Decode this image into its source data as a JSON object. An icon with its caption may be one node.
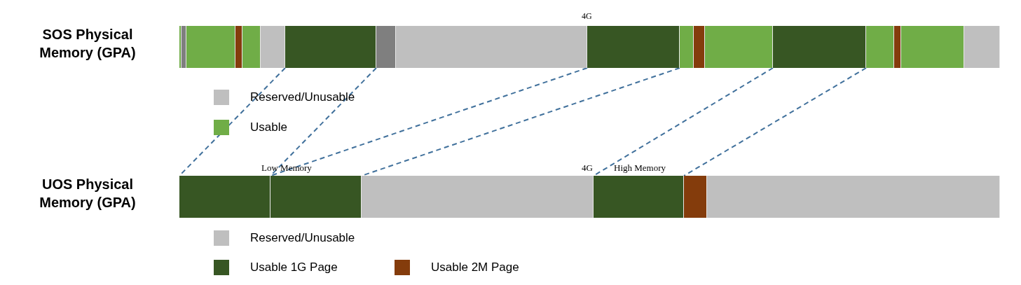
{
  "diagram": {
    "nodes": [
      {
        "text": [],
        "shape": "bar"
      },
      {
        "text": [],
        "shape": "bar"
      },
      {
        "text": [],
        "shape": "bar"
      },
      {
        "text": [],
        "shape": "bar"
      },
      {
        "text": [],
        "shape": "bar"
      },
      {
        "text": [],
        "shape": "bar"
      },
      {
        "text": [],
        "shape": "bar"
      },
      {
        "text": [],
        "shape": "bar"
      },
      {
        "text": [],
        "shape": "bar"
      },
      {
        "text": [],
        "shape": "bar"
      },
      {
        "text": [],
        "shape": "bar"
      },
      {
        "text": [],
        "shape": "bar"
      },
      {
        "text": [],
        "shape": "bar"
      },
      {
        "text": [],
        "shape": "bar"
      },
      {
        "text": [],
        "shape": "bar"
      },
      {
        "text": [],
        "shape": "bar"
      },
      {
        "text": [],
        "shape": "bar"
      },
      {
        "text": [],
        "shape": "bar"
      },
      {
        "text": [],
        "shape": "bar"
      },
      {
        "text": [],
        "shape": "bar"
      },
      {
        "text": [],
        "shape": "bar"
      },
      {
        "text": [],
        "shape": "bar"
      },
      {
        "text": [],
        "shape": "bar"
      },
      {
        "text": [],
        "shape": "bar"
      }
    ],
    "edges": [
      {
        "from": 6,
        "to": 18,
        "arrow": "none",
        "style": "dashed"
      },
      {
        "from": 6,
        "to": 18,
        "arrow": "none",
        "style": "dashed"
      },
      {
        "from": 9,
        "to": 19,
        "arrow": "none",
        "style": "dashed"
      },
      {
        "from": 9,
        "to": 19,
        "arrow": "none",
        "style": "dashed"
      },
      {
        "from": 13,
        "to": 21,
        "arrow": "none",
        "style": "dashed"
      },
      {
        "from": 13,
        "to": 21,
        "arrow": "none",
        "style": "dashed"
      }
    ],
    "labels": [
      "SOS Physical Memory (GPA)",
      "4G",
      "UOS Physical Memory (GPA)",
      "Low Memory",
      "4G",
      "High Memory"
    ],
    "legend": [
      {
        "text": "Reserved/Unusable",
        "color": "#bfbfbf"
      },
      {
        "text": "Usable",
        "color": "#70ad47"
      },
      {
        "text": "Reserved/Unusable",
        "color": "#bfbfbf"
      },
      {
        "text": "Usable 1G Page",
        "color": "#375623"
      },
      {
        "text": "Usable 2M Page",
        "color": "#843c0c"
      }
    ]
  }
}
